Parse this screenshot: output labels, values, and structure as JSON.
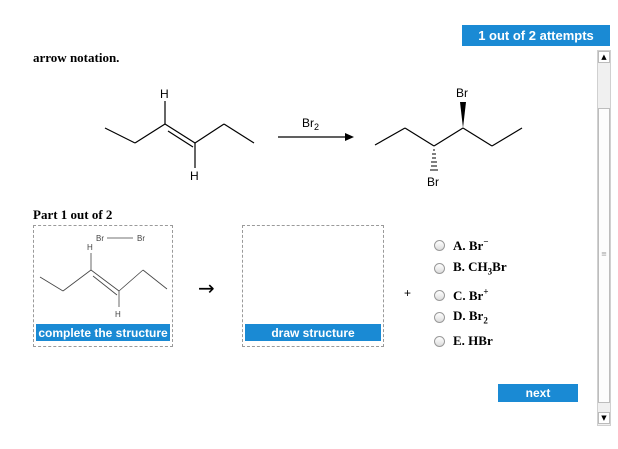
{
  "header": {
    "attempts": "1 out of 2 attempts"
  },
  "question": {
    "intro": "arrow notation."
  },
  "reaction": {
    "reagent": "Br",
    "reagent_sub": "2",
    "reactant_labels": {
      "h_top": "H",
      "h_bottom": "H"
    },
    "product_labels": {
      "br_top": "Br",
      "br_bottom": "Br"
    }
  },
  "part": {
    "title": "Part 1 out of 2",
    "box1_labels": {
      "br_left": "Br",
      "br_right": "Br",
      "h_top": "H",
      "h_bottom": "H"
    },
    "complete_button": "complete the structure",
    "draw_button": "draw structure",
    "arrow": "→",
    "plus": "+"
  },
  "options": [
    {
      "letter": "A.",
      "main": "Br",
      "sub": "",
      "sup": "−"
    },
    {
      "letter": "B.",
      "main": "CH",
      "sub": "3",
      "sup": "",
      "tail": "Br"
    },
    {
      "letter": "C.",
      "main": "Br",
      "sub": "",
      "sup": "+"
    },
    {
      "letter": "D.",
      "main": "Br",
      "sub": "2",
      "sup": ""
    },
    {
      "letter": "E.",
      "main": "HBr",
      "sub": "",
      "sup": ""
    }
  ],
  "next_button": "next",
  "scrollbar": {
    "up_icon": "▲",
    "down_icon": "▼",
    "thumb_grip": "≡"
  }
}
